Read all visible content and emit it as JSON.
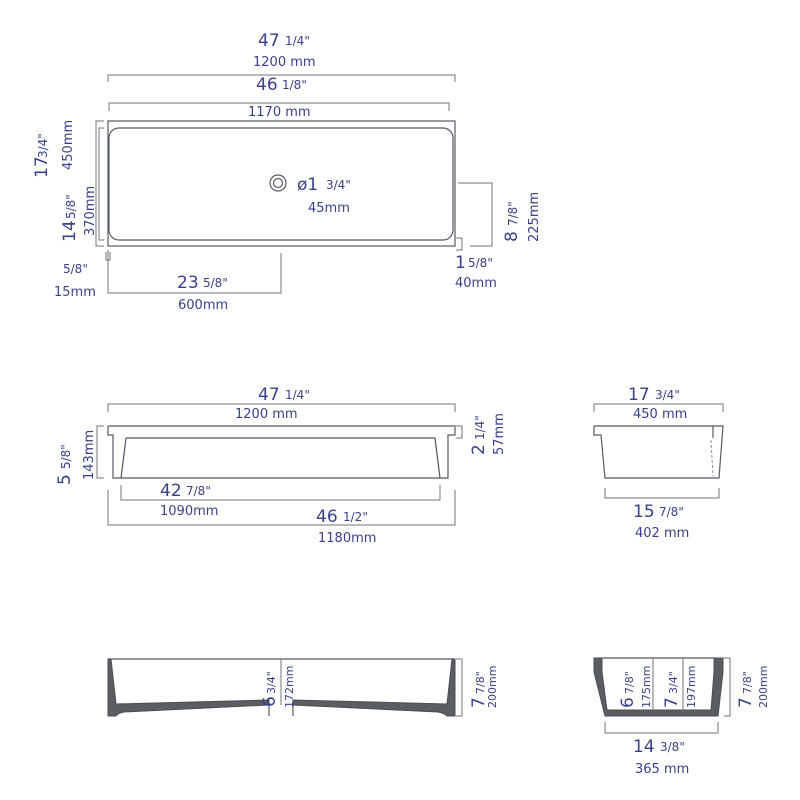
{
  "top_view": {
    "overall_width": {
      "inch": "47",
      "frac": "1/4\"",
      "mm": "1200 mm"
    },
    "inner_width": {
      "inch": "46",
      "frac": "1/8\"",
      "mm": "1170 mm"
    },
    "overall_depth": {
      "inch": "17",
      "frac": "3/4\"",
      "mm": "450mm"
    },
    "inner_depth": {
      "inch": "14",
      "frac": "5/8\"",
      "mm": "370mm"
    },
    "drain": {
      "inch": "ø1",
      "frac": "3/4\"",
      "mm": "45mm"
    },
    "drain_center": {
      "inch": "23",
      "frac": "5/8\"",
      "mm": "600mm"
    },
    "front_gap": {
      "frac": "5/8\"",
      "mm": "15mm"
    },
    "side_gap": {
      "inch": "1",
      "frac": "5/8\"",
      "mm": "40mm"
    },
    "side_depth": {
      "inch": "8",
      "frac": "7/8\"",
      "mm": "225mm"
    }
  },
  "front_view": {
    "overall_width": {
      "inch": "47",
      "frac": "1/4\"",
      "mm": "1200 mm"
    },
    "height": {
      "inch": "5",
      "frac": "5/8\"",
      "mm": "143mm"
    },
    "rim_height": {
      "inch": "2",
      "frac": "1/4\"",
      "mm": "57mm"
    },
    "inner_bottom": {
      "inch": "42",
      "frac": "7/8\"",
      "mm": "1090mm"
    },
    "base_width": {
      "inch": "46",
      "frac": "1/2\"",
      "mm": "1180mm"
    }
  },
  "side_view": {
    "overall_depth": {
      "inch": "17",
      "frac": "3/4\"",
      "mm": "450 mm"
    },
    "base_depth": {
      "inch": "15",
      "frac": "7/8\"",
      "mm": "402 mm"
    }
  },
  "long_section": {
    "inner_height": {
      "inch": "6",
      "frac": "3/4\"",
      "mm": "172mm"
    },
    "height": {
      "inch": "7",
      "frac": "7/8\"",
      "mm": "200mm"
    }
  },
  "cross_section": {
    "inner_height_a": {
      "inch": "6",
      "frac": "7/8\"",
      "mm": "175mm"
    },
    "inner_height_b": {
      "inch": "7",
      "frac": "3/4\"",
      "mm": "197mm"
    },
    "height": {
      "inch": "7",
      "frac": "7/8\"",
      "mm": "200mm"
    },
    "base_depth": {
      "inch": "14",
      "frac": "3/8\"",
      "mm": "365 mm"
    }
  }
}
